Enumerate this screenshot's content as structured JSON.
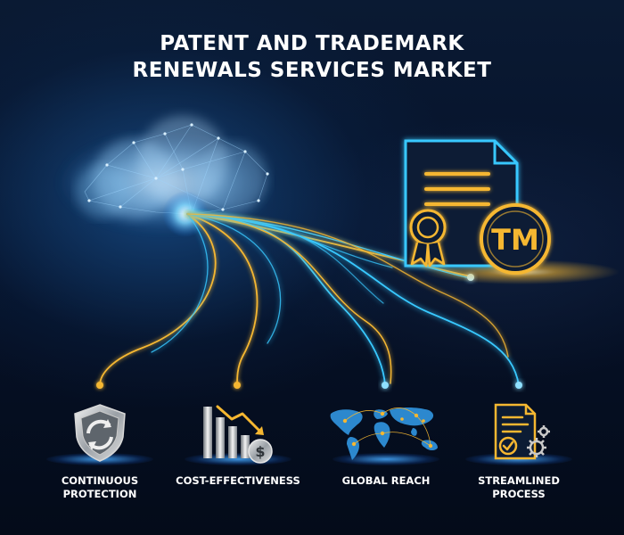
{
  "title": {
    "line1": "PATENT AND TRADEMARK",
    "line2": "RENEWALS SERVICES MARKET"
  },
  "document_badge": {
    "icon": "trademark-certificate-icon",
    "text": "TM"
  },
  "features": [
    {
      "icon": "shield-renewal-icon",
      "label_line1": "CONTINUOUS",
      "label_line2": "PROTECTION"
    },
    {
      "icon": "bar-chart-dollar-icon",
      "label_line1": "COST-EFFECTIVENESS",
      "label_line2": ""
    },
    {
      "icon": "world-map-icon",
      "label_line1": "GLOBAL REACH",
      "label_line2": ""
    },
    {
      "icon": "document-gears-icon",
      "label_line1": "STREAMLINED",
      "label_line2": "PROCESS"
    }
  ],
  "colors": {
    "background": "#050d1c",
    "cyan": "#38c8ff",
    "gold": "#f5b731",
    "text": "#ffffff"
  }
}
